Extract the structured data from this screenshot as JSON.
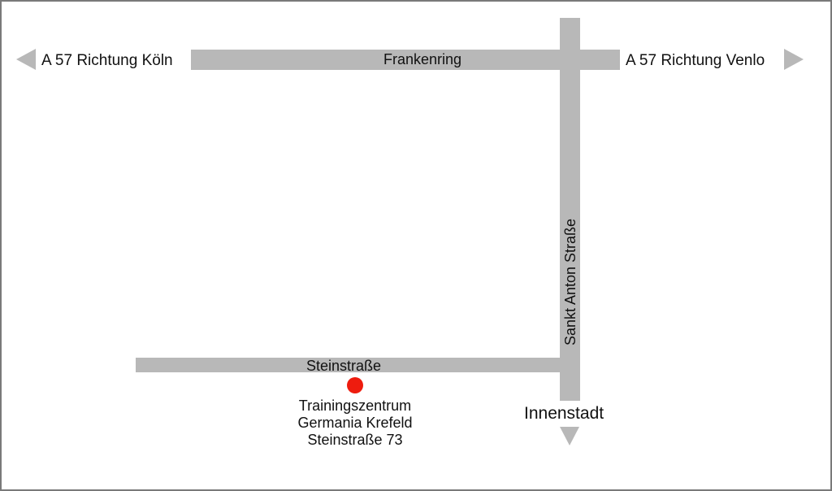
{
  "labels": {
    "west": "A 57 Richtung Köln",
    "east": "A 57 Richtung Venlo",
    "frankenring": "Frankenring",
    "sankt_anton": "Sankt Anton Straße",
    "steinstrasse": "Steinstraße",
    "innenstadt": "Innenstadt"
  },
  "location": {
    "line1": "Trainingszentrum",
    "line2": "Germania Krefeld",
    "line3": "Steinstraße 73"
  },
  "colors": {
    "road": "#b8b8b8",
    "marker": "#ee1c0e",
    "border": "#7a7a7a"
  }
}
